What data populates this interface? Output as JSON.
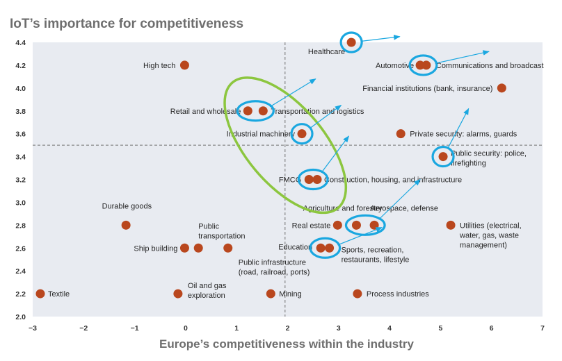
{
  "chart_data": {
    "type": "scatter",
    "title": "IoT’s importance for competitiveness",
    "xlabel": "Europe’s competitiveness within the industry",
    "ylabel": "",
    "xlim": [
      -3,
      7
    ],
    "ylim": [
      2.0,
      4.4
    ],
    "x_ticks": [
      "−3",
      "−2",
      "−1",
      "0",
      "1",
      "2",
      "3",
      "4",
      "5",
      "6",
      "7"
    ],
    "y_ticks": [
      "2.0",
      "2.2",
      "2.4",
      "2.6",
      "2.8",
      "3.0",
      "3.2",
      "3.4",
      "3.6",
      "3.8",
      "4.0",
      "4.2",
      "4.4"
    ],
    "reference_lines": {
      "x": 1.95,
      "y": 3.5
    },
    "grid": false,
    "colors": {
      "marker": "#b9471e",
      "highlight": "#1aa7e0",
      "group": "#8cc63f",
      "plot_background": "#e8ebf1"
    },
    "points": [
      {
        "label": "Healthcare",
        "x": 3.25,
        "y": 4.4
      },
      {
        "label": "High tech",
        "x": -0.02,
        "y": 4.2
      },
      {
        "label": "Automotive",
        "x": 4.6,
        "y": 4.2
      },
      {
        "label": "Communications and broadcast",
        "x": 4.72,
        "y": 4.2
      },
      {
        "label": "Financial institutions (bank, insurance)",
        "x": 6.2,
        "y": 4.0
      },
      {
        "label": "Retail and wholesale",
        "x": 1.22,
        "y": 3.8
      },
      {
        "label": "Transportation and logistics",
        "x": 1.52,
        "y": 3.8
      },
      {
        "label": "Industrial machinery",
        "x": 2.28,
        "y": 3.6
      },
      {
        "label": "Private security: alarms, guards",
        "x": 4.22,
        "y": 3.6
      },
      {
        "label": "Public security: police, firefighting",
        "x": 5.05,
        "y": 3.4
      },
      {
        "label": "FMCG",
        "x": 2.42,
        "y": 3.2
      },
      {
        "label": "Construction, housing, and infrastructure",
        "x": 2.58,
        "y": 3.2
      },
      {
        "label": "Durable goods",
        "x": -1.17,
        "y": 2.8
      },
      {
        "label": "Agriculture and forestry",
        "x": 3.35,
        "y": 2.8
      },
      {
        "label": "Aerospace, defense",
        "x": 3.7,
        "y": 2.8
      },
      {
        "label": "Real estate",
        "x": 2.98,
        "y": 2.8
      },
      {
        "label": "Utilities (electrical, water, gas, waste management)",
        "x": 5.2,
        "y": 2.8
      },
      {
        "label": "Ship building",
        "x": -0.02,
        "y": 2.6
      },
      {
        "label": "Public transportation",
        "x": 0.25,
        "y": 2.6
      },
      {
        "label": "Public infrastructure (road, railroad, ports)",
        "x": 0.83,
        "y": 2.6
      },
      {
        "label": "Education",
        "x": 2.65,
        "y": 2.6
      },
      {
        "label": "Sports, recreation, restaurants, lifestyle",
        "x": 2.82,
        "y": 2.6
      },
      {
        "label": "Textile",
        "x": -2.85,
        "y": 2.2
      },
      {
        "label": "Oil and gas exploration",
        "x": -0.15,
        "y": 2.2
      },
      {
        "label": "Mining",
        "x": 1.67,
        "y": 2.2
      },
      {
        "label": "Process industries",
        "x": 3.37,
        "y": 2.2
      }
    ],
    "label_lines": [
      {
        "point": 0,
        "lines": [
          "Healthcare"
        ]
      },
      {
        "point": 1,
        "lines": [
          "High tech"
        ]
      },
      {
        "point": 2,
        "lines": [
          "Automotive"
        ]
      },
      {
        "point": 3,
        "lines": [
          "Communications and broadcast"
        ]
      },
      {
        "point": 4,
        "lines": [
          "Financial institutions (bank, insurance)"
        ]
      },
      {
        "point": 5,
        "lines": [
          "Retail and wholesale"
        ]
      },
      {
        "point": 6,
        "lines": [
          "Transportation and logistics"
        ]
      },
      {
        "point": 7,
        "lines": [
          "Industrial machinery"
        ]
      },
      {
        "point": 8,
        "lines": [
          "Private security: alarms, guards"
        ]
      },
      {
        "point": 9,
        "lines": [
          "Public security: police,",
          "firefighting"
        ]
      },
      {
        "point": 10,
        "lines": [
          "FMCG"
        ]
      },
      {
        "point": 11,
        "lines": [
          "Construction, housing, and infrastructure"
        ]
      },
      {
        "point": 12,
        "lines": [
          "Durable goods"
        ]
      },
      {
        "point": 13,
        "lines": [
          "Agriculture and forestry"
        ]
      },
      {
        "point": 14,
        "lines": [
          "Aerospace, defense"
        ]
      },
      {
        "point": 15,
        "lines": [
          "Real estate"
        ]
      },
      {
        "point": 16,
        "lines": [
          "Utilities (electrical,",
          "water, gas, waste",
          "management)"
        ]
      },
      {
        "point": 17,
        "lines": [
          "Ship building"
        ]
      },
      {
        "point": 18,
        "lines": [
          "Public",
          "transportation"
        ]
      },
      {
        "point": 19,
        "lines": [
          "Public infrastructure",
          "(road, railroad, ports)"
        ]
      },
      {
        "point": 20,
        "lines": [
          "Education"
        ]
      },
      {
        "point": 21,
        "lines": [
          "Sports, recreation,",
          "restaurants, lifestyle"
        ]
      },
      {
        "point": 22,
        "lines": [
          "Textile"
        ]
      },
      {
        "point": 23,
        "lines": [
          "Oil and gas",
          "exploration"
        ]
      },
      {
        "point": 24,
        "lines": [
          "Mining"
        ]
      },
      {
        "point": 25,
        "lines": [
          "Process industries"
        ]
      }
    ],
    "highlight_groups": [
      {
        "name": "healthcare",
        "points": [
          0
        ],
        "arrow_to": {
          "x": 4.2,
          "y": 4.45
        }
      },
      {
        "name": "auto-comms",
        "points": [
          2,
          3
        ],
        "arrow_to": {
          "x": 5.95,
          "y": 4.32
        }
      },
      {
        "name": "retail-transport",
        "points": [
          5,
          6
        ],
        "arrow_to": {
          "x": 2.55,
          "y": 4.08
        }
      },
      {
        "name": "industrial",
        "points": [
          7
        ],
        "arrow_to": {
          "x": 3.05,
          "y": 3.85
        }
      },
      {
        "name": "public-security",
        "points": [
          9
        ],
        "arrow_to": {
          "x": 5.55,
          "y": 3.82
        }
      },
      {
        "name": "fmcg-construction",
        "points": [
          10,
          11
        ],
        "arrow_to": {
          "x": 3.2,
          "y": 3.58
        }
      },
      {
        "name": "aero-agri",
        "points": [
          13,
          14
        ],
        "arrow_to": {
          "x": 4.6,
          "y": 3.2
        }
      },
      {
        "name": "edu-sports",
        "points": [
          20,
          21
        ],
        "arrow_to": {
          "x": 3.85,
          "y": 2.78
        }
      }
    ],
    "green_group": {
      "points": [
        5,
        6,
        7,
        10,
        11
      ]
    }
  }
}
